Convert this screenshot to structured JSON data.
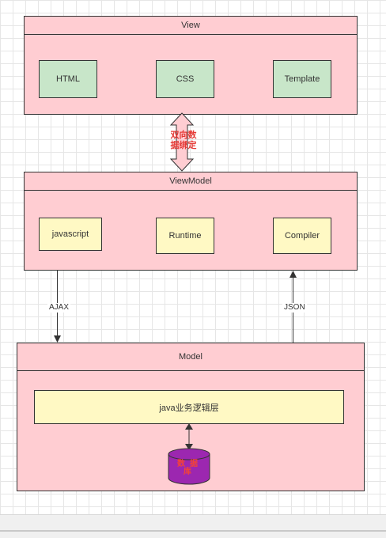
{
  "view": {
    "title": "View",
    "items": [
      "HTML",
      "CSS",
      "Template"
    ]
  },
  "binding": {
    "label": "双向数据绑定"
  },
  "viewmodel": {
    "title": "ViewModel",
    "items": [
      "javascript",
      "Runtime",
      "Compiler"
    ]
  },
  "connections": {
    "down_label": "AJAX",
    "up_label": "JSON"
  },
  "model": {
    "title": "Model",
    "logic_layer": "java业务逻辑层",
    "database": "数据库"
  },
  "colors": {
    "container_fill": "#ffcdd2",
    "green_box": "#c8e6c9",
    "yellow_box": "#fff9c4",
    "database_fill": "#9c27b0",
    "binding_text": "#e53935"
  }
}
